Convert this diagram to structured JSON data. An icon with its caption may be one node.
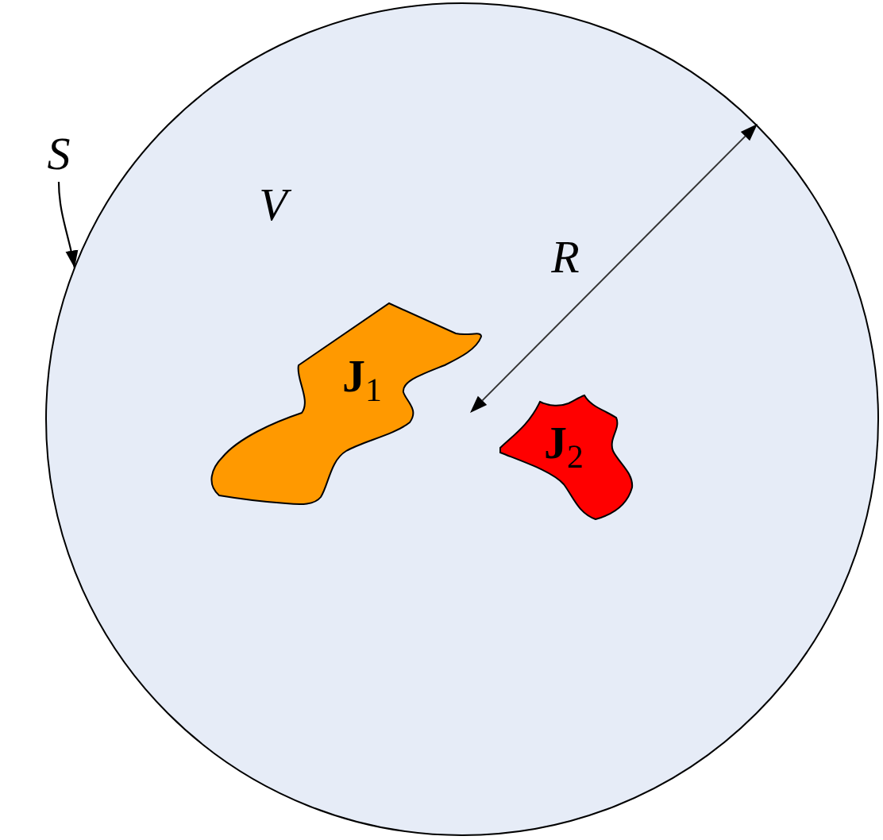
{
  "diagram": {
    "nodes": [
      {
        "text": [
          "S"
        ]
      },
      {
        "text": [
          "V"
        ]
      },
      {
        "text": [
          "**J**$_{1}$"
        ],
        "in": 1
      },
      {
        "text": [
          "**J**$_{2}$"
        ],
        "in": 1
      }
    ],
    "edges": [
      {
        "from": 0,
        "to": 1,
        "arrow": "to"
      }
    ],
    "labels": [
      "R"
    ]
  }
}
